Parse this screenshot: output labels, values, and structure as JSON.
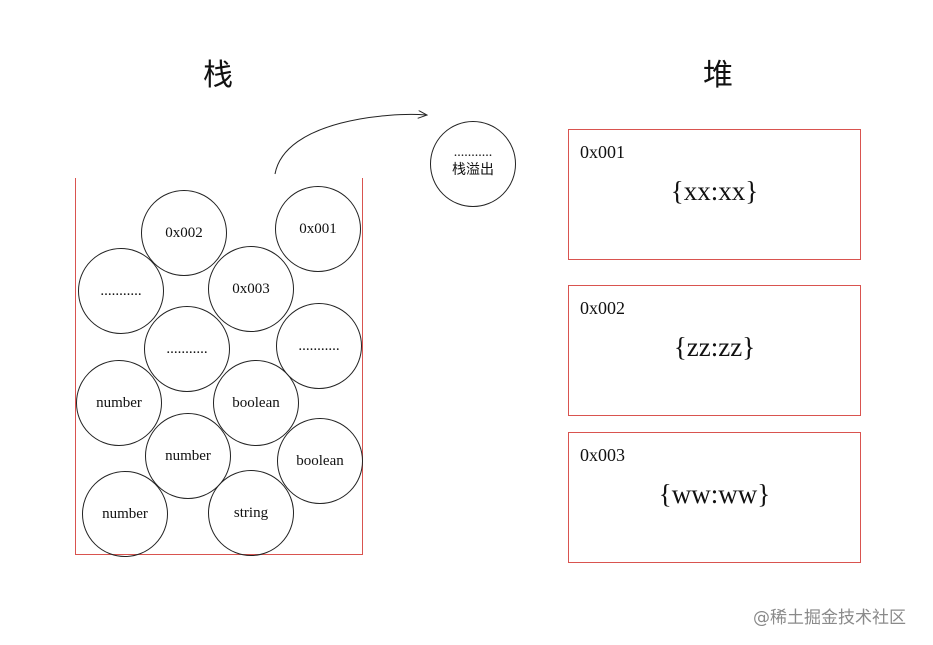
{
  "stack": {
    "title": "栈",
    "items": [
      {
        "label": "0x002"
      },
      {
        "label": "0x001"
      },
      {
        "label": "..........."
      },
      {
        "label": "0x003"
      },
      {
        "label": "..........."
      },
      {
        "label": "..........."
      },
      {
        "label": "number"
      },
      {
        "label": "boolean"
      },
      {
        "label": "number"
      },
      {
        "label": "boolean"
      },
      {
        "label": "number"
      },
      {
        "label": "string"
      }
    ],
    "overflow": {
      "dots": "...........",
      "label": "栈溢出"
    }
  },
  "heap": {
    "title": "堆",
    "boxes": [
      {
        "address": "0x001",
        "value": "{xx:xx}"
      },
      {
        "address": "0x002",
        "value": "{zz:zz}"
      },
      {
        "address": "0x003",
        "value": "{ww:ww}"
      }
    ]
  },
  "watermark": "@稀土掘金技术社区",
  "colors": {
    "container_border": "#d9534f",
    "circle_border": "#222222",
    "watermark": "#8a8a8a"
  }
}
